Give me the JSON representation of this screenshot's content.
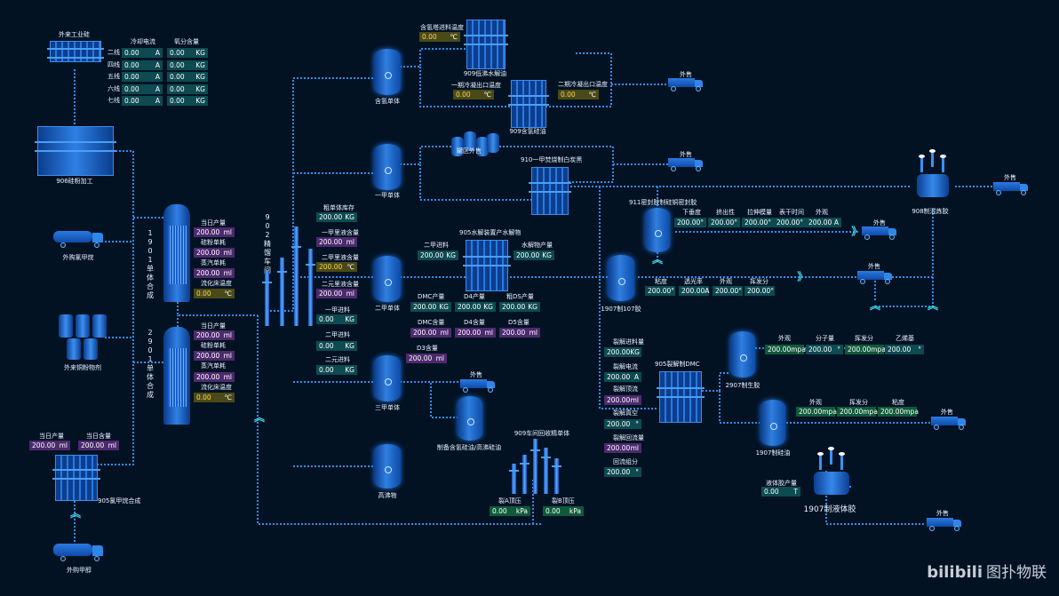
{
  "labels": {
    "ext_industrial_silicon": "外来工业硅",
    "col_cooling_current": "冷却电流",
    "col_chlorine": "氧分含量",
    "line2": "二线",
    "line4": "四线",
    "line5": "五线",
    "line6": "六线",
    "line7": "七线",
    "silicon_powder": "906硅粉加工",
    "ext_methyl_chloride": "外购氯甲烷",
    "ext_copper_catalyst": "外来铜粉物剂",
    "daily_output": "当日产量",
    "daily_content": "当日含量",
    "m905_synthesis": "905氯甲烷合成",
    "ext_methanol": "外购甲醇",
    "s1901": "1901单体合成",
    "s2901": "2901单体合成",
    "prod_output": "当日产量",
    "si_powder_feed": "硅粉单耗",
    "steam_feed": "蒸汽单耗",
    "fluidized_temp": "流化床温度",
    "distill": "902精馏车间",
    "crude_storage": "粗单体库存",
    "monomethyl_content": "一甲里液含量",
    "dimethyl_content": "二甲里液含量",
    "dichloro_content": "二元里液含量",
    "monomethyl_in": "一甲进料",
    "dimethyl_in": "二甲进料",
    "dichloro_in": "二元进料",
    "h_monomer": "含氢单体",
    "monomethyl_monomer": "一甲单体",
    "dimethyl_monomer": "二甲单体",
    "trimethyl_monomer": "三甲单体",
    "high_boil": "高沸物",
    "h_tower_temp": "含氢塔进料温度",
    "m909_lowboil": "909低沸水解油",
    "cond1_temp": "一期冷凝出口温度",
    "cond2_temp": "二期冷凝出口温度",
    "m909_h_oil": "909含氢硅油",
    "export": "外售",
    "tank_area": "罐区外售",
    "m910": "910一甲焚烧制白炭黑",
    "m911": "911密封胶制硅铜密封胶",
    "m905_hydrolysis": "905水解装置产水解物",
    "dimethyl_feed": "二甲进料",
    "hydrolysate_out": "水解物产量",
    "dmc_out": "DMC产量",
    "d4_out": "D4产量",
    "crude_ds_out": "粗DS产量",
    "dmc_content": "DMC含量",
    "d4_content": "D4含量",
    "d5_content": "D5含量",
    "d3_content": "D3含量",
    "prep_oil": "制备含氢硅油/高沸硅油",
    "m909_recovery": "909车间回收精单体",
    "tower_a_pressure": "裂A顶压",
    "tower_b_pressure": "裂B顶压",
    "m1907_107": "1907制107胶",
    "viscosity": "粘度",
    "transmittance": "透光率",
    "appearance": "外观",
    "volatility": "挥发分",
    "sag": "下垂度",
    "extrusion": "挤出性",
    "tensile": "拉伸模量",
    "surface_dry": "表干时间",
    "m908": "908制混炼胶",
    "crack_feed": "裂解进料量",
    "crack_current": "裂解电流",
    "crack_top_temp": "裂解顶流",
    "crack_vacuum": "裂解真空",
    "crack_reflux": "裂解回流量",
    "reflux_ratio": "回流组分",
    "m905_crack_dmc": "905裂解制DMC",
    "m2907": "2907制生胶",
    "mol_weight": "分子量",
    "vinyl": "乙烯基",
    "m1907_oil": "1907制硅油",
    "liquid_out": "液体胶产量",
    "m1907_liquid": "1907制液体胶",
    "watermark": "bilibili",
    "watermark2": "图扑物联"
  },
  "values": {
    "current": [
      "0.00",
      "0.00",
      "0.00",
      "0.00",
      "0.00"
    ],
    "chlorine": [
      "0.00",
      "0.00",
      "0.00",
      "0.00",
      "0.00"
    ],
    "u_A": "A",
    "u_KG": "KG",
    "u_ml": "ml",
    "u_C": "℃",
    "u_kpa": "kPa",
    "u_mpa": "mpa",
    "u_T": "T",
    "u_deg": "°",
    "v200": "200.00",
    "v000": "0.00"
  }
}
